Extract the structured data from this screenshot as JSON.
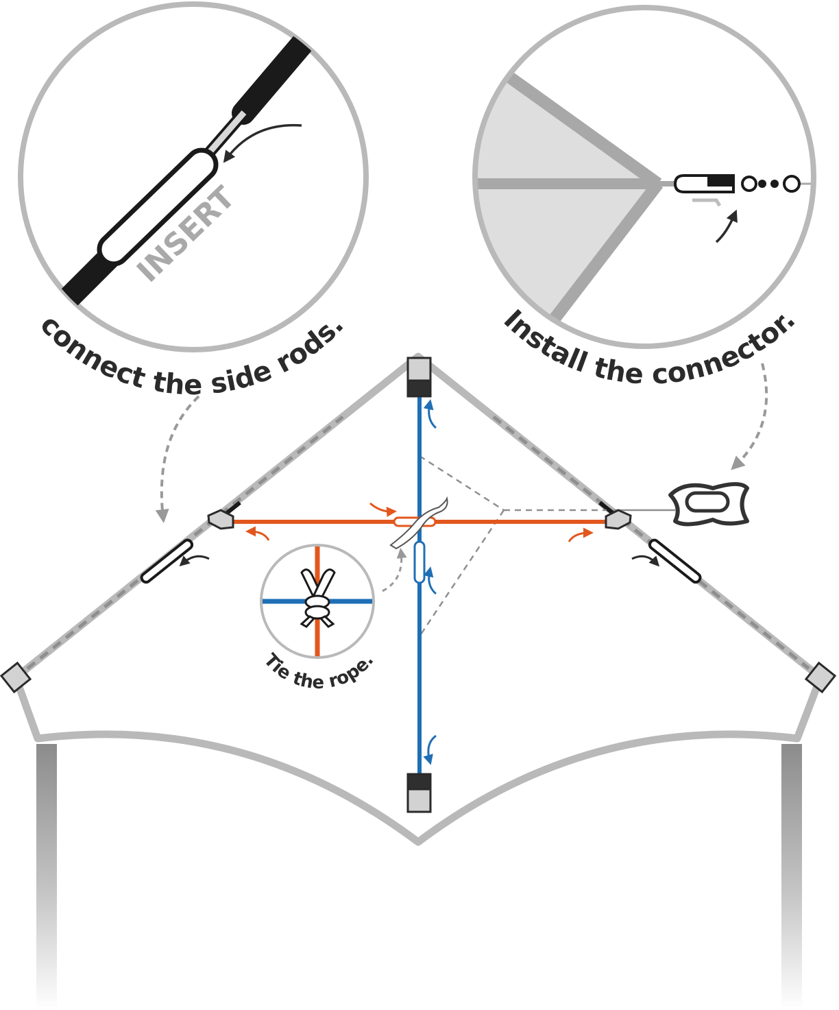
{
  "labels": {
    "connect_rods": "connect the side rods.",
    "install_connector": "Install the connector.",
    "tie_rope": "Tie the rope.",
    "insert": "INSERT"
  },
  "colors": {
    "frame_gray": "#b9b9b9",
    "dark_gray": "#2a2a2a",
    "spine_blue": "#1f6fb5",
    "spar_orange": "#e2571e",
    "sail_fill": "#dedede"
  },
  "icons": [
    "arrow-icon",
    "connector-icon",
    "knot-icon",
    "end-cap-icon",
    "snap-swivel-icon"
  ]
}
